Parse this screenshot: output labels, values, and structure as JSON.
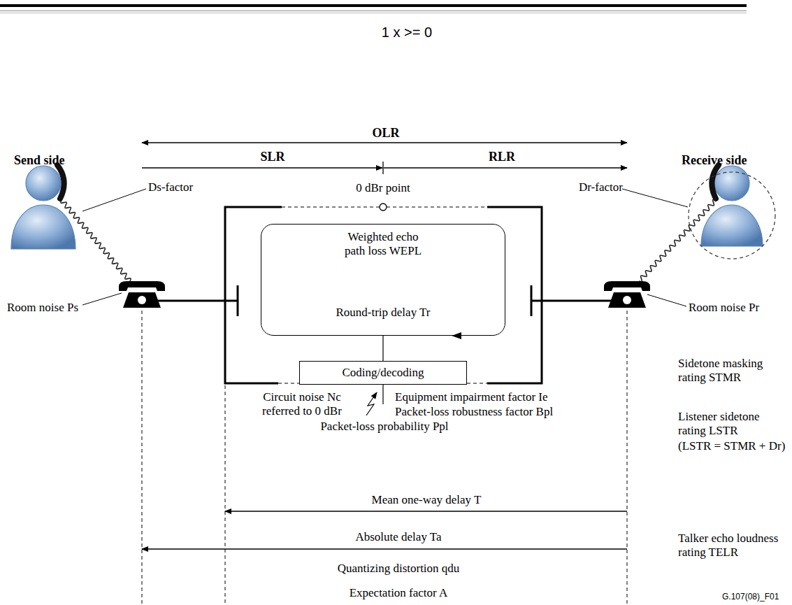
{
  "diagram": {
    "nodes": [
      {
        "text": [
          "Weighted echo path loss WEPL",
          "Round-trip delay Tr"
        ]
      },
      {
        "text": [
          "Coding/decoding"
        ]
      }
    ],
    "edges": [
      {
        "from": 0,
        "to": 1,
        "arrow": "none"
      }
    ],
    "labels": [
      "1 x >= 0",
      "OLR",
      "SLR",
      "RLR",
      "Send side",
      "Receive side",
      "0 dBr point",
      "Ds-factor",
      "Dr-factor",
      "Room noise Ps",
      "Room noise Pr",
      "Sidetone masking rating STMR",
      "Listener sidetone rating LSTR",
      "(LSTR = STMR + Dr)",
      "Circuit noise Nc referred to 0 dBr",
      "Equipment impairment factor Ie",
      "Packet-loss robustness factor Bpl",
      "Packet-loss probability Ppl",
      "Mean one-way delay T",
      "Absolute delay Ta",
      "Talker echo loudness rating TELR",
      "Quantizing distortion qdu",
      "Expectation factor A",
      "G.107(08)_F01"
    ]
  }
}
